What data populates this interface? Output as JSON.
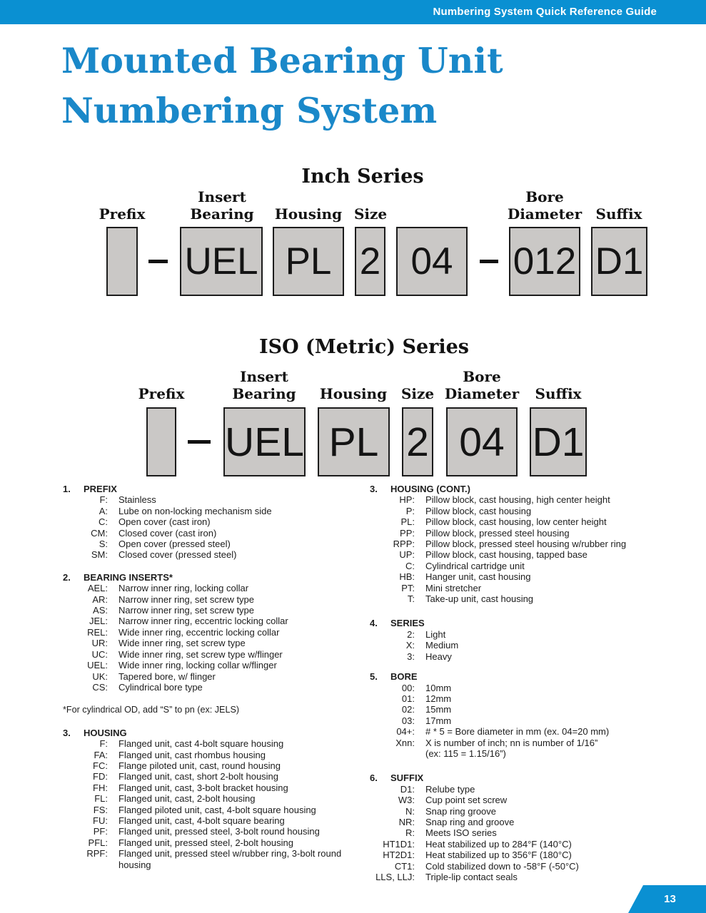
{
  "header": {
    "title": "Numbering System Quick Reference Guide"
  },
  "page_title": {
    "line1": "Mounted Bearing Unit",
    "line2": "Numbering System"
  },
  "inch_series": {
    "title": "Inch Series",
    "labels": [
      "Prefix",
      "Insert\nBearing",
      "Housing",
      "Size",
      "Bore\nDiameter",
      "Suffix"
    ],
    "boxes": [
      "",
      "UEL",
      "PL",
      "2",
      "04",
      "012",
      "D1"
    ]
  },
  "iso_series": {
    "title": "ISO (Metric) Series",
    "labels": [
      "Prefix",
      "Insert\nBearing",
      "Housing",
      "Size",
      "Bore\nDiameter",
      "Suffix"
    ],
    "boxes": [
      "",
      "UEL",
      "PL",
      "2",
      "04",
      "D1"
    ]
  },
  "sections": {
    "prefix": {
      "number": "1.",
      "heading": "PREFIX",
      "items": [
        {
          "code": "F:",
          "desc": "Stainless"
        },
        {
          "code": "A:",
          "desc": "Lube on non-locking mechanism side"
        },
        {
          "code": "C:",
          "desc": "Open cover (cast iron)"
        },
        {
          "code": "CM:",
          "desc": "Closed cover (cast iron)"
        },
        {
          "code": "S:",
          "desc": "Open cover (pressed steel)"
        },
        {
          "code": "SM:",
          "desc": "Closed cover (pressed steel)"
        }
      ]
    },
    "bearing_inserts": {
      "number": "2.",
      "heading": "BEARING INSERTS*",
      "items": [
        {
          "code": "AEL:",
          "desc": "Narrow inner ring, locking collar"
        },
        {
          "code": "AR:",
          "desc": "Narrow inner ring, set screw type"
        },
        {
          "code": "AS:",
          "desc": "Narrow inner ring, set screw type"
        },
        {
          "code": "JEL:",
          "desc": "Narrow inner ring, eccentric locking collar"
        },
        {
          "code": "REL:",
          "desc": "Wide inner ring, eccentric locking collar"
        },
        {
          "code": "UR:",
          "desc": "Wide inner ring, set screw type"
        },
        {
          "code": "UC:",
          "desc": "Wide inner ring, set screw type w/flinger"
        },
        {
          "code": "UEL:",
          "desc": "Wide inner ring, locking collar w/flinger"
        },
        {
          "code": "UK:",
          "desc": "Tapered bore,  w/ flinger"
        },
        {
          "code": "CS:",
          "desc": "Cylindrical bore type"
        }
      ]
    },
    "housing": {
      "number": "3.",
      "heading": "HOUSING",
      "items": [
        {
          "code": "F:",
          "desc": "Flanged unit, cast 4-bolt square housing"
        },
        {
          "code": "FA:",
          "desc": "Flanged unit, cast rhombus housing"
        },
        {
          "code": "FC:",
          "desc": "Flange piloted unit, cast, round housing"
        },
        {
          "code": "FD:",
          "desc": "Flanged unit, cast, short 2-bolt housing"
        },
        {
          "code": "FH:",
          "desc": "Flanged unit, cast, 3-bolt bracket housing"
        },
        {
          "code": "FL:",
          "desc": "Flanged unit, cast, 2-bolt housing"
        },
        {
          "code": "FS:",
          "desc": "Flanged piloted unit, cast, 4-bolt square housing"
        },
        {
          "code": "FU:",
          "desc": "Flanged unit, cast, 4-bolt square bearing"
        },
        {
          "code": "PF:",
          "desc": "Flanged unit, pressed steel, 3-bolt round housing"
        },
        {
          "code": "PFL:",
          "desc": "Flanged unit, pressed steel, 2-bolt housing"
        },
        {
          "code": "RPF:",
          "desc": "Flanged unit, pressed steel w/rubber ring, 3-bolt round housing"
        }
      ]
    },
    "housing_cont": {
      "number": "3.",
      "heading": "HOUSING (CONT.)",
      "items": [
        {
          "code": "HP:",
          "desc": "Pillow block, cast housing, high center height"
        },
        {
          "code": "P:",
          "desc": "Pillow block, cast housing"
        },
        {
          "code": "PL:",
          "desc": "Pillow block, cast housing, low center height"
        },
        {
          "code": "PP:",
          "desc": "Pillow block, pressed steel housing"
        },
        {
          "code": "RPP:",
          "desc": "Pillow block, pressed steel housing w/rubber ring"
        },
        {
          "code": "UP:",
          "desc": "Pillow block, cast housing, tapped base"
        },
        {
          "code": "C:",
          "desc": "Cylindrical cartridge unit"
        },
        {
          "code": "HB:",
          "desc": "Hanger unit, cast housing"
        },
        {
          "code": "PT:",
          "desc": "Mini stretcher"
        },
        {
          "code": "T:",
          "desc": "Take-up unit, cast housing"
        }
      ]
    },
    "series": {
      "number": "4.",
      "heading": "SERIES",
      "items": [
        {
          "code": "2:",
          "desc": "Light"
        },
        {
          "code": "X:",
          "desc": "Medium"
        },
        {
          "code": "3:",
          "desc": "Heavy"
        }
      ]
    },
    "bore": {
      "number": "5.",
      "heading": "BORE",
      "items": [
        {
          "code": "00:",
          "desc": "10mm"
        },
        {
          "code": "01:",
          "desc": "12mm"
        },
        {
          "code": "02:",
          "desc": "15mm"
        },
        {
          "code": "03:",
          "desc": "17mm"
        },
        {
          "code": "04+:",
          "desc": "# * 5 = Bore diameter in mm (ex. 04=20 mm)"
        },
        {
          "code": "Xnn:",
          "desc": "X is number of inch; nn is number of 1/16”\n(ex: 115 = 1.15/16”)"
        }
      ]
    },
    "suffix": {
      "number": "6.",
      "heading": "SUFFIX",
      "items": [
        {
          "code": "D1:",
          "desc": "Relube type"
        },
        {
          "code": "W3:",
          "desc": "Cup point set screw"
        },
        {
          "code": "N:",
          "desc": "Snap ring groove"
        },
        {
          "code": "NR:",
          "desc": "Snap ring and groove"
        },
        {
          "code": "R:",
          "desc": "Meets ISO series"
        },
        {
          "code": "HT1D1:",
          "desc": "Heat stabilized up to 284°F (140°C)"
        },
        {
          "code": "HT2D1:",
          "desc": "Heat stabilized up to 356°F (180°C)"
        },
        {
          "code": "CT1:",
          "desc": "Cold stabilized down to -58°F (-50°C)"
        },
        {
          "code": "LLS, LLJ:",
          "desc": "Triple-lip contact seals"
        }
      ]
    }
  },
  "footnote": "*For cylindrical OD, add “S” to pn (ex: JELS)",
  "page_number": "13",
  "colors": {
    "brand_blue": "#0a90d2",
    "box_fill": "#cac8c6",
    "title_blue": "#1a88c9"
  }
}
